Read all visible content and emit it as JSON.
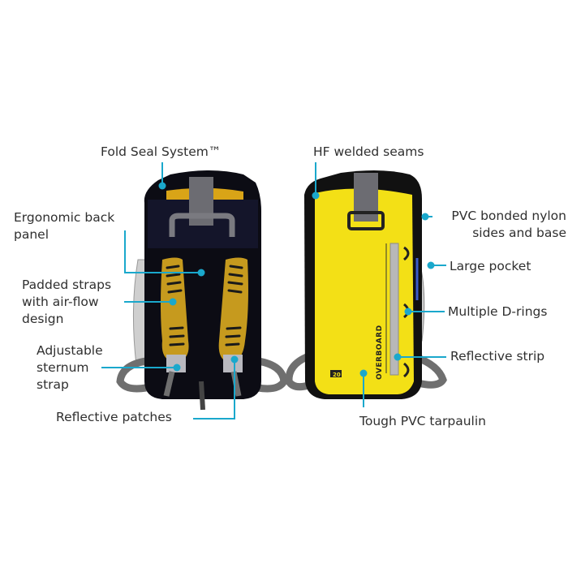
{
  "callout_color": "#1aa8cc",
  "product": {
    "capacity_badge": "20",
    "brand_text": "OVERBOARD"
  },
  "labels": {
    "fold_seal": "Fold Seal System™",
    "ergonomic_1": "Ergonomic back",
    "ergonomic_2": "panel",
    "padded_1": "Padded straps",
    "padded_2": "with air-flow",
    "padded_3": "design",
    "sternum_1": "Adjustable",
    "sternum_2": "sternum",
    "sternum_3": "strap",
    "reflective_patches": "Reflective patches",
    "hf_welded": "HF welded seams",
    "pvc_nylon_1": "PVC bonded nylon",
    "pvc_nylon_2": "sides and base",
    "large_pocket": "Large pocket",
    "d_rings": "Multiple D-rings",
    "reflective_strip": "Reflective strip",
    "tarpaulin": "Tough PVC tarpaulin"
  }
}
